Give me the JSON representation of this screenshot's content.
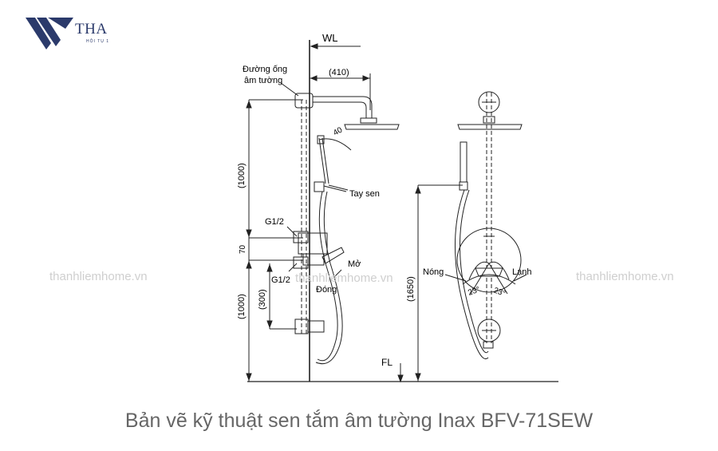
{
  "logo": {
    "word": "THA",
    "sub": "HỘI TỤ 1"
  },
  "watermarks": [
    "thanhliemhome.vn",
    "thanhliemhome.vn",
    "thanhliemhome.vn"
  ],
  "labels": {
    "wl": "WL",
    "pipe_line1": "Đường ống",
    "pipe_line2": "âm tường",
    "dim_410": "(410)",
    "angle_40": "40",
    "tay_sen": "Tay sen",
    "dim_1000_top": "(1000)",
    "g12_top": "G1/2",
    "dim_70": "70",
    "mo": "Mở",
    "g12_bottom": "G1/2",
    "dim_300": "(300)",
    "dong": "Đóng",
    "dim_1000_bottom": "(1000)",
    "fl": "FL",
    "nong": "Nóng",
    "dim_1650": "(1650)",
    "lanh": "Lạnh",
    "angle_left": "23°",
    "angle_right": "23°"
  },
  "caption": "Bản vẽ kỹ thuật sen tắm âm tường Inax BFV-71SEW"
}
